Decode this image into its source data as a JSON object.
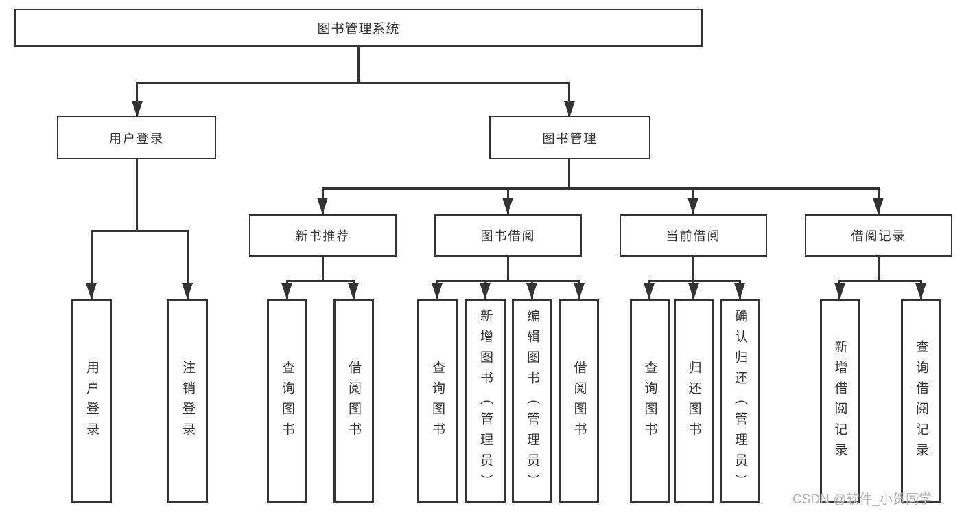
{
  "colors": {
    "line": "#333333",
    "text": "#333333",
    "background": "#ffffff",
    "watermark": "#b5b5b5"
  },
  "root": {
    "label": "图书管理系统"
  },
  "level2": {
    "user_login": {
      "label": "用户登录"
    },
    "book_management": {
      "label": "图书管理"
    }
  },
  "level3": {
    "new_book_recommend": {
      "label": "新书推荐"
    },
    "book_borrow": {
      "label": "图书借阅"
    },
    "current_borrow": {
      "label": "当前借阅"
    },
    "borrow_records": {
      "label": "借阅记录"
    }
  },
  "leaves": {
    "user_login_children": [
      {
        "label": "用户登录"
      },
      {
        "label": "注销登录"
      }
    ],
    "new_book_children": [
      {
        "label": "查询图书"
      },
      {
        "label": "借阅图书"
      }
    ],
    "book_borrow_children": [
      {
        "label": "查询图书"
      },
      {
        "label": "新增图书（管理员）"
      },
      {
        "label": "编辑图书（管理员）"
      },
      {
        "label": "借阅图书"
      }
    ],
    "current_borrow_children": [
      {
        "label": "查询图书"
      },
      {
        "label": "归还图书"
      },
      {
        "label": "确认归还（管理员）"
      }
    ],
    "borrow_records_children": [
      {
        "label": "新增借阅记录"
      },
      {
        "label": "查询借阅记录"
      }
    ]
  },
  "watermark": "CSDN @软件_小贺同学"
}
